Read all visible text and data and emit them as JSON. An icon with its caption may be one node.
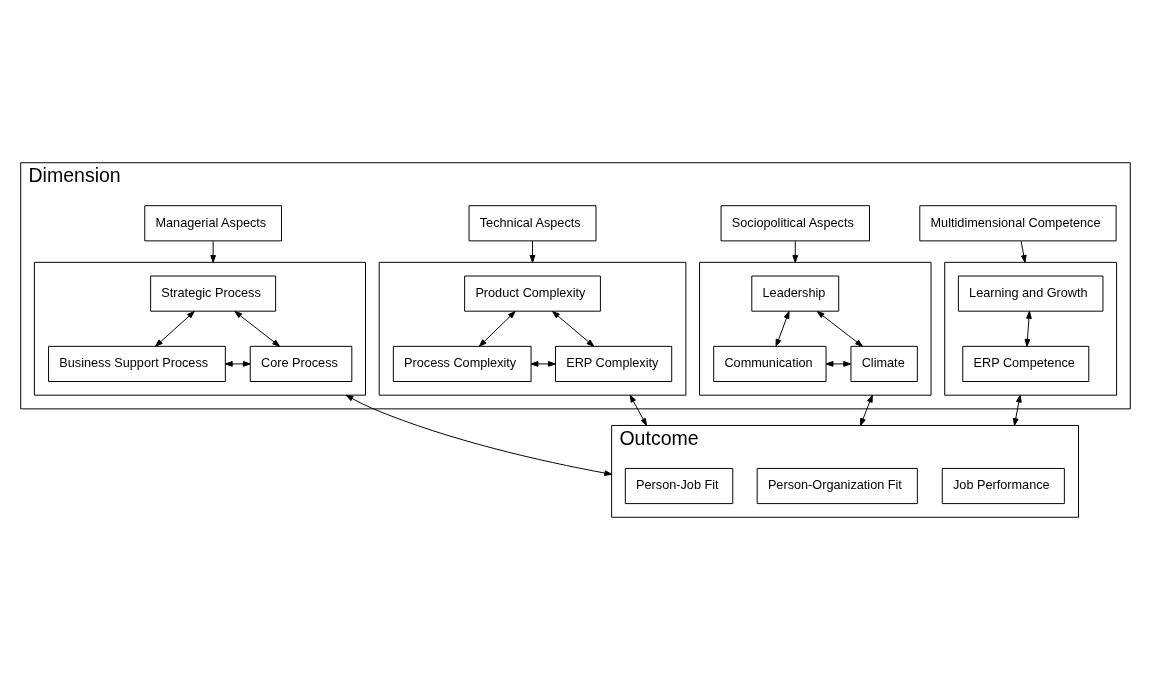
{
  "diagram": {
    "nodes": [
      {
        "text": [
          "Dimension"
        ]
      },
      {
        "text": [
          "Managerial Aspects"
        ],
        "in": 0
      },
      {
        "text": [
          "Technical Aspects"
        ],
        "in": 0
      },
      {
        "text": [
          "Sociopolitical Aspects"
        ],
        "in": 0
      },
      {
        "text": [
          "Multidimensional Competence"
        ],
        "in": 0
      },
      {
        "text": [],
        "shape": "box",
        "in": 0
      },
      {
        "text": [
          "Strategic Process"
        ],
        "in": 5
      },
      {
        "text": [
          "Business Support Process"
        ],
        "in": 5
      },
      {
        "text": [
          "Core Process"
        ],
        "in": 5
      },
      {
        "text": [],
        "shape": "box",
        "in": 0
      },
      {
        "text": [
          "Product Complexity"
        ],
        "in": 9
      },
      {
        "text": [
          "Process Complexity"
        ],
        "in": 9
      },
      {
        "text": [
          "ERP Complexity"
        ],
        "in": 9
      },
      {
        "text": [],
        "shape": "box",
        "in": 0
      },
      {
        "text": [
          "Leadership"
        ],
        "in": 13
      },
      {
        "text": [
          "Communication"
        ],
        "in": 13
      },
      {
        "text": [
          "Climate"
        ],
        "in": 13
      },
      {
        "text": [],
        "shape": "box",
        "in": 0
      },
      {
        "text": [
          "Learning and Growth"
        ],
        "in": 17
      },
      {
        "text": [
          "ERP Competence"
        ],
        "in": 17
      },
      {
        "text": [
          "Outcome"
        ]
      },
      {
        "text": [
          "Person-Job Fit"
        ],
        "in": 20
      },
      {
        "text": [
          "Person-Organization Fit"
        ],
        "in": 20
      },
      {
        "text": [
          "Job Performance"
        ],
        "in": 20
      }
    ],
    "edges": [
      {
        "from": 1,
        "to": 5,
        "arrow": "to"
      },
      {
        "from": 2,
        "to": 9,
        "arrow": "to"
      },
      {
        "from": 3,
        "to": 13,
        "arrow": "to"
      },
      {
        "from": 4,
        "to": 17,
        "arrow": "to"
      },
      {
        "from": 6,
        "to": 7,
        "arrow": "both"
      },
      {
        "from": 6,
        "to": 8,
        "arrow": "both"
      },
      {
        "from": 7,
        "to": 8,
        "arrow": "both"
      },
      {
        "from": 10,
        "to": 11,
        "arrow": "both"
      },
      {
        "from": 10,
        "to": 12,
        "arrow": "both"
      },
      {
        "from": 11,
        "to": 12,
        "arrow": "both"
      },
      {
        "from": 14,
        "to": 15,
        "arrow": "both"
      },
      {
        "from": 14,
        "to": 16,
        "arrow": "both"
      },
      {
        "from": 15,
        "to": 16,
        "arrow": "both"
      },
      {
        "from": 18,
        "to": 19,
        "arrow": "both"
      },
      {
        "from": 5,
        "to": 20,
        "arrow": "both"
      },
      {
        "from": 9,
        "to": 20,
        "arrow": "both"
      },
      {
        "from": 13,
        "to": 20,
        "arrow": "both"
      },
      {
        "from": 17,
        "to": 20,
        "arrow": "both"
      }
    ]
  }
}
